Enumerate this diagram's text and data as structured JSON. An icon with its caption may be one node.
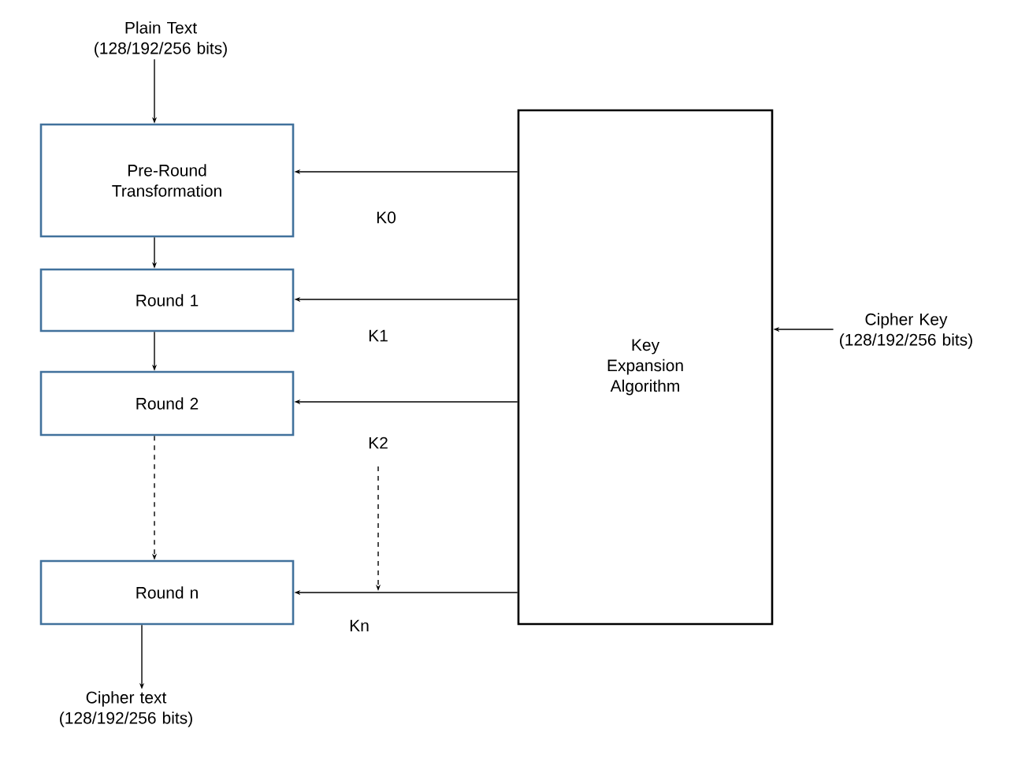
{
  "diagram": {
    "nodes": [
      {
        "text": [
          "Plain Text (128/192/256 bits)"
        ]
      },
      {
        "text": [
          "Pre-Round Transformation"
        ]
      },
      {
        "text": [
          "Round 1"
        ]
      },
      {
        "text": [
          "Round 2"
        ]
      },
      {
        "text": [
          "Round n"
        ]
      },
      {
        "text": [
          "Cipher text (128/192/256 bits)"
        ]
      },
      {
        "text": [
          "Key Expansion Algorithm"
        ]
      },
      {
        "text": [
          "Cipher Key (128/192/256 bits)"
        ]
      }
    ],
    "edges": [
      {
        "from": 0,
        "to": 1,
        "arrow": "to"
      },
      {
        "from": 1,
        "to": 2,
        "arrow": "to"
      },
      {
        "from": 2,
        "to": 3,
        "arrow": "to"
      },
      {
        "from": 3,
        "to": 4,
        "arrow": "to",
        "style": "dashed"
      },
      {
        "from": 4,
        "to": 5,
        "arrow": "to"
      },
      {
        "from": 6,
        "to": 1,
        "arrow": "to",
        "label": "K0"
      },
      {
        "from": 6,
        "to": 2,
        "arrow": "to",
        "label": "K1"
      },
      {
        "from": 6,
        "to": 3,
        "arrow": "to",
        "label": "K2"
      },
      {
        "from": 6,
        "to": 4,
        "arrow": "to",
        "label": "Kn"
      },
      {
        "from": 7,
        "to": 6,
        "arrow": "to"
      }
    ]
  }
}
